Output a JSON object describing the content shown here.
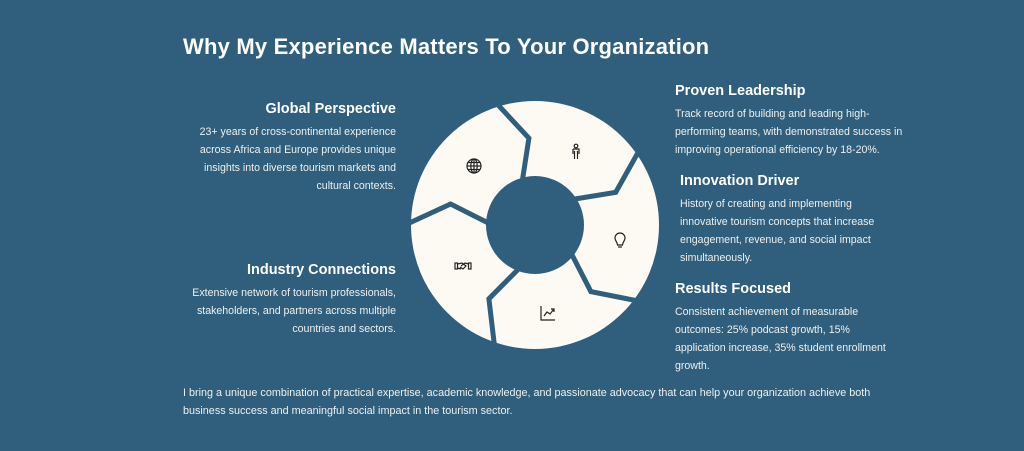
{
  "title": "Why My Experience Matters To Your Organization",
  "left_items": [
    {
      "title": "Global Perspective",
      "body": "23+ years of cross-continental experience across Africa and Europe provides unique insights into diverse tourism markets and cultural contexts."
    },
    {
      "title": "Industry Connections",
      "body": "Extensive network of tourism professionals, stakeholders, and partners across multiple countries and sectors."
    }
  ],
  "right_items": [
    {
      "title": "Proven Leadership",
      "body": "Track record of building and leading high-performing teams, with demonstrated success in improving operational efficiency by 18-20%."
    },
    {
      "title": "Innovation Driver",
      "body": "History of creating and implementing innovative tourism concepts that increase engagement, revenue, and social impact simultaneously."
    },
    {
      "title": "Results Focused",
      "body": "Consistent achievement of measurable outcomes: 25% podcast growth, 15% application increase, 35% student enrollment growth."
    }
  ],
  "wheel_icons": [
    "globe-icon",
    "person-icon",
    "lightbulb-icon",
    "chart-icon",
    "handshake-icon"
  ],
  "summary": "I bring a unique combination of practical expertise, academic knowledge, and passionate advocacy that can help your organization achieve both business success and meaningful social impact in the tourism sector.",
  "colors": {
    "background": "#2f5f7d",
    "wheel": "#fdfaf3",
    "icon": "#222222"
  }
}
